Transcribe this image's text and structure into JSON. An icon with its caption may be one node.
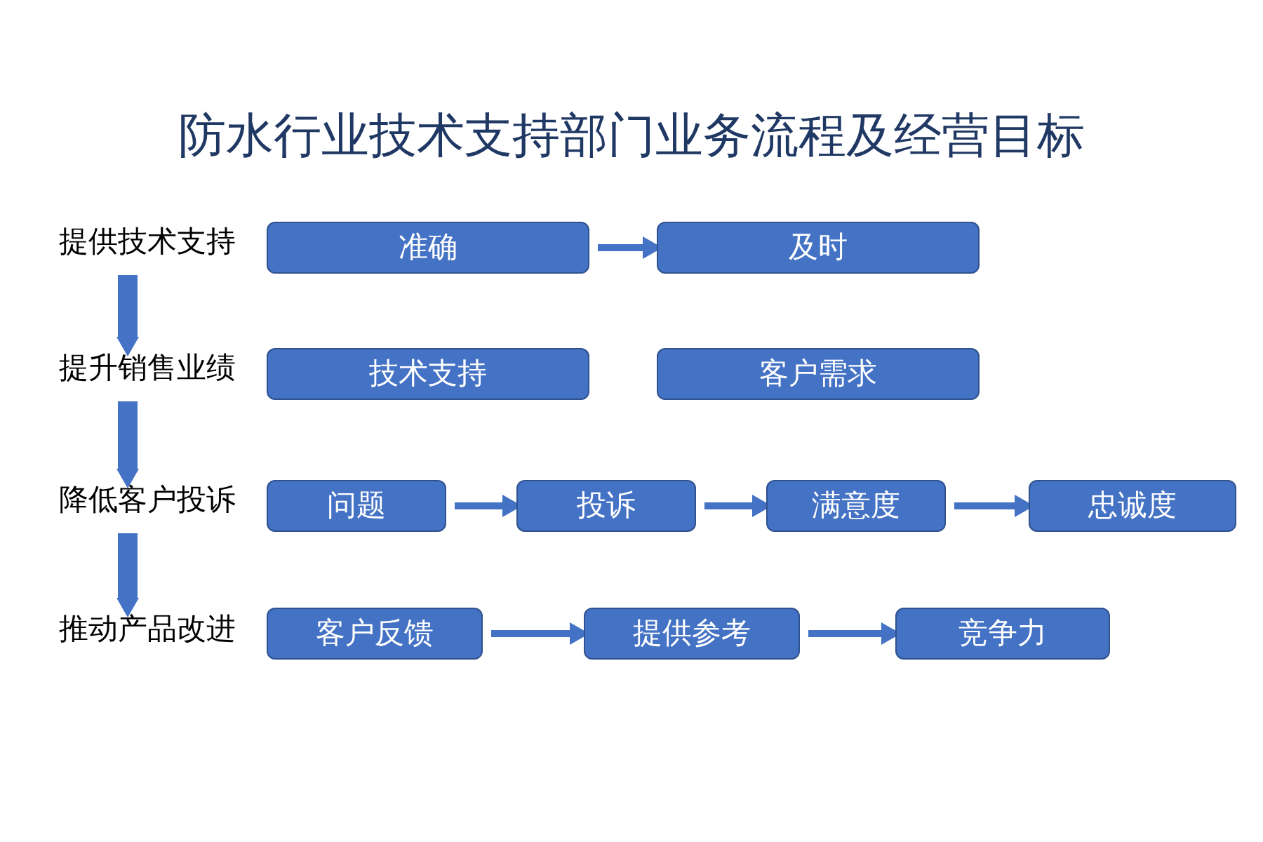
{
  "diagram": {
    "title": "防水行业技术支持部门业务流程及经营目标",
    "nodes": [
      {
        "text": [
          "提供技术支持"
        ]
      },
      {
        "text": [
          "准确"
        ]
      },
      {
        "text": [
          "及时"
        ]
      },
      {
        "text": [
          "提升销售业绩"
        ]
      },
      {
        "text": [
          "技术支持"
        ]
      },
      {
        "text": [
          "客户需求"
        ]
      },
      {
        "text": [
          "降低客户投诉"
        ]
      },
      {
        "text": [
          "问题"
        ]
      },
      {
        "text": [
          "投诉"
        ]
      },
      {
        "text": [
          "满意度"
        ]
      },
      {
        "text": [
          "忠诚度"
        ]
      },
      {
        "text": [
          "推动产品改进"
        ]
      },
      {
        "text": [
          "客户反馈"
        ]
      },
      {
        "text": [
          "提供参考"
        ]
      },
      {
        "text": [
          "竞争力"
        ]
      }
    ],
    "edges": [
      {
        "from": 1,
        "to": 2,
        "arrow": "to"
      },
      {
        "from": 0,
        "to": 3,
        "arrow": "to",
        "style": "thick"
      },
      {
        "from": 3,
        "to": 6,
        "arrow": "to",
        "style": "thick"
      },
      {
        "from": 6,
        "to": 11,
        "arrow": "to",
        "style": "thick"
      },
      {
        "from": 7,
        "to": 8,
        "arrow": "to"
      },
      {
        "from": 8,
        "to": 9,
        "arrow": "to"
      },
      {
        "from": 9,
        "to": 10,
        "arrow": "to"
      },
      {
        "from": 12,
        "to": 13,
        "arrow": "to"
      },
      {
        "from": 13,
        "to": 14,
        "arrow": "to"
      }
    ]
  }
}
